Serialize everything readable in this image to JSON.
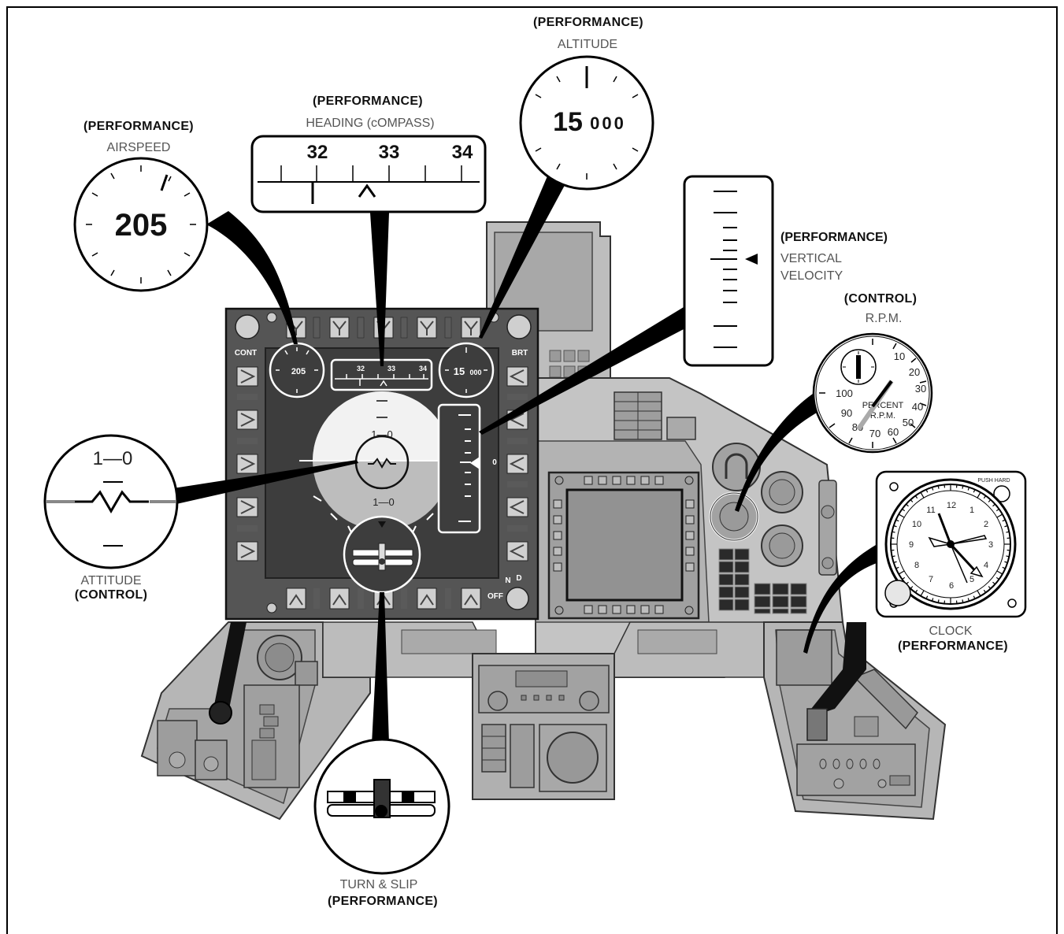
{
  "callouts": {
    "airspeed": {
      "category": "(PERFORMANCE)",
      "label": "AIRSPEED",
      "value": "205"
    },
    "heading": {
      "category": "(PERFORMANCE)",
      "label": "HEADING (cOMPASS)",
      "ticks": [
        "32",
        "33",
        "34"
      ]
    },
    "altitude": {
      "category": "(PERFORMANCE)",
      "label": "ALTITUDE",
      "value_big": "15",
      "value_small": "000"
    },
    "vertical_velocity": {
      "category": "(PERFORMANCE)",
      "label_line1": "VERTICAL",
      "label_line2": "VELOCITY"
    },
    "rpm": {
      "category": "(CONTROL)",
      "label": "R.P.M.",
      "dial_labels": [
        "10",
        "20",
        "30",
        "40",
        "50",
        "60",
        "70",
        "80",
        "90",
        "100"
      ],
      "center_text_line1": "PERCENT",
      "center_text_line2": "R.P.M."
    },
    "attitude": {
      "label": "ATTITUDE",
      "category": "(CONTROL)",
      "pitch_label": "1—0"
    },
    "clock": {
      "label": "CLOCK",
      "category": "(PERFORMANCE)",
      "push_label": "PUSH HARD",
      "hours": [
        "12",
        "1",
        "2",
        "3",
        "4",
        "5",
        "6",
        "7",
        "8",
        "9",
        "10",
        "11"
      ]
    },
    "turn_slip": {
      "label": "TURN & SLIP",
      "category": "(PERFORMANCE)"
    }
  },
  "mfd": {
    "cont_label": "CONT",
    "brt_label": "BRT",
    "off_label": "OFF",
    "n_label": "N",
    "d_label": "D",
    "zero_label": "0",
    "airspeed": "205",
    "altitude_big": "15",
    "altitude_small": "000",
    "heading_ticks": [
      "32",
      "33",
      "34"
    ],
    "pitch_upper": "1—0",
    "pitch_lower": "1—0"
  }
}
